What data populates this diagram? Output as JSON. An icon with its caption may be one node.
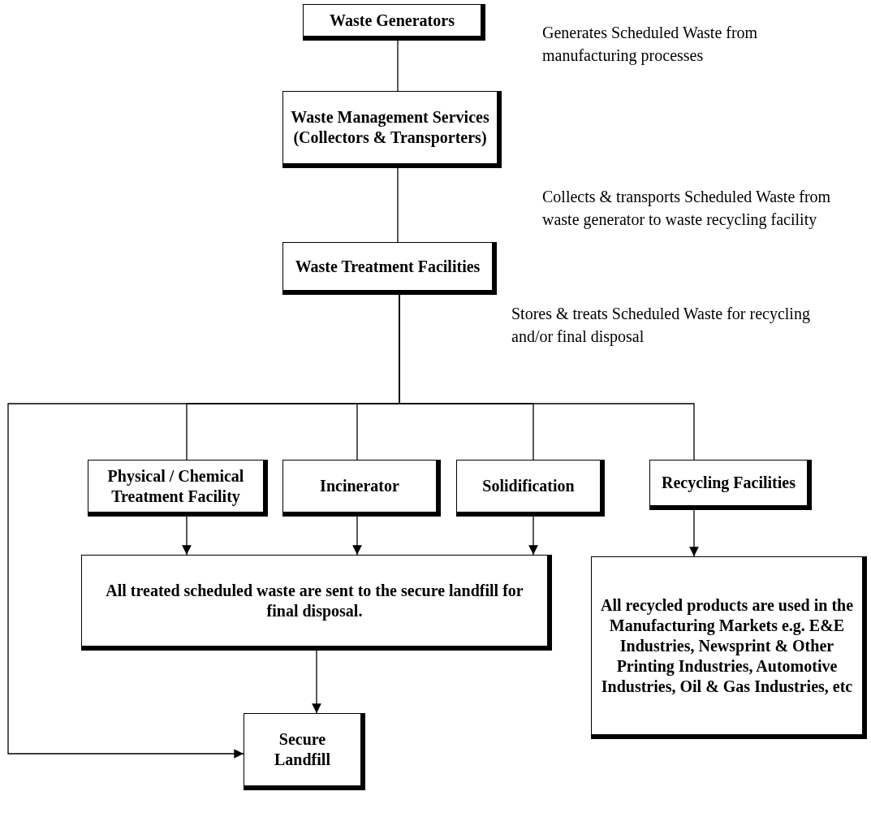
{
  "diagram": {
    "nodes": [
      {
        "text": [
          "Waste Generators"
        ],
        "beside": [
          "Generates Scheduled Waste from manufacturing processes"
        ]
      },
      {
        "text": [
          "Waste Management Services (Collectors & Transporters)"
        ],
        "beside": [
          "Collects & transports Scheduled Waste from waste generator to waste recycling facility"
        ]
      },
      {
        "text": [
          "Waste Treatment Facilities"
        ],
        "beside": [
          "Stores & treats Scheduled Waste for recycling and/or final disposal"
        ]
      },
      {
        "text": [
          "Physical / Chemical Treatment Facility"
        ]
      },
      {
        "text": [
          "Incinerator"
        ]
      },
      {
        "text": [
          "Solidification"
        ]
      },
      {
        "text": [
          "Recycling Facilities"
        ]
      },
      {
        "text": [
          "All treated scheduled waste are sent to the secure landfill for final disposal."
        ]
      },
      {
        "text": [
          "All recycled products are used in the Manufacturing Markets e.g. E&E Industries, Newsprint & Other Printing Industries, Automotive Industries, Oil & Gas Industries, etc"
        ]
      },
      {
        "text": [
          "Secure Landfill"
        ]
      }
    ],
    "edges": [
      {
        "from": 0,
        "to": 1,
        "arrow": "none"
      },
      {
        "from": 1,
        "to": 2,
        "arrow": "none"
      },
      {
        "from": 2,
        "to": 3,
        "arrow": "none"
      },
      {
        "from": 2,
        "to": 4,
        "arrow": "none"
      },
      {
        "from": 2,
        "to": 5,
        "arrow": "none"
      },
      {
        "from": 2,
        "to": 6,
        "arrow": "none"
      },
      {
        "from": 2,
        "to": 9,
        "arrow": "to"
      },
      {
        "from": 3,
        "to": 7,
        "arrow": "to"
      },
      {
        "from": 4,
        "to": 7,
        "arrow": "to"
      },
      {
        "from": 5,
        "to": 7,
        "arrow": "to"
      },
      {
        "from": 6,
        "to": 8,
        "arrow": "to"
      },
      {
        "from": 7,
        "to": 9,
        "arrow": "to"
      }
    ]
  }
}
